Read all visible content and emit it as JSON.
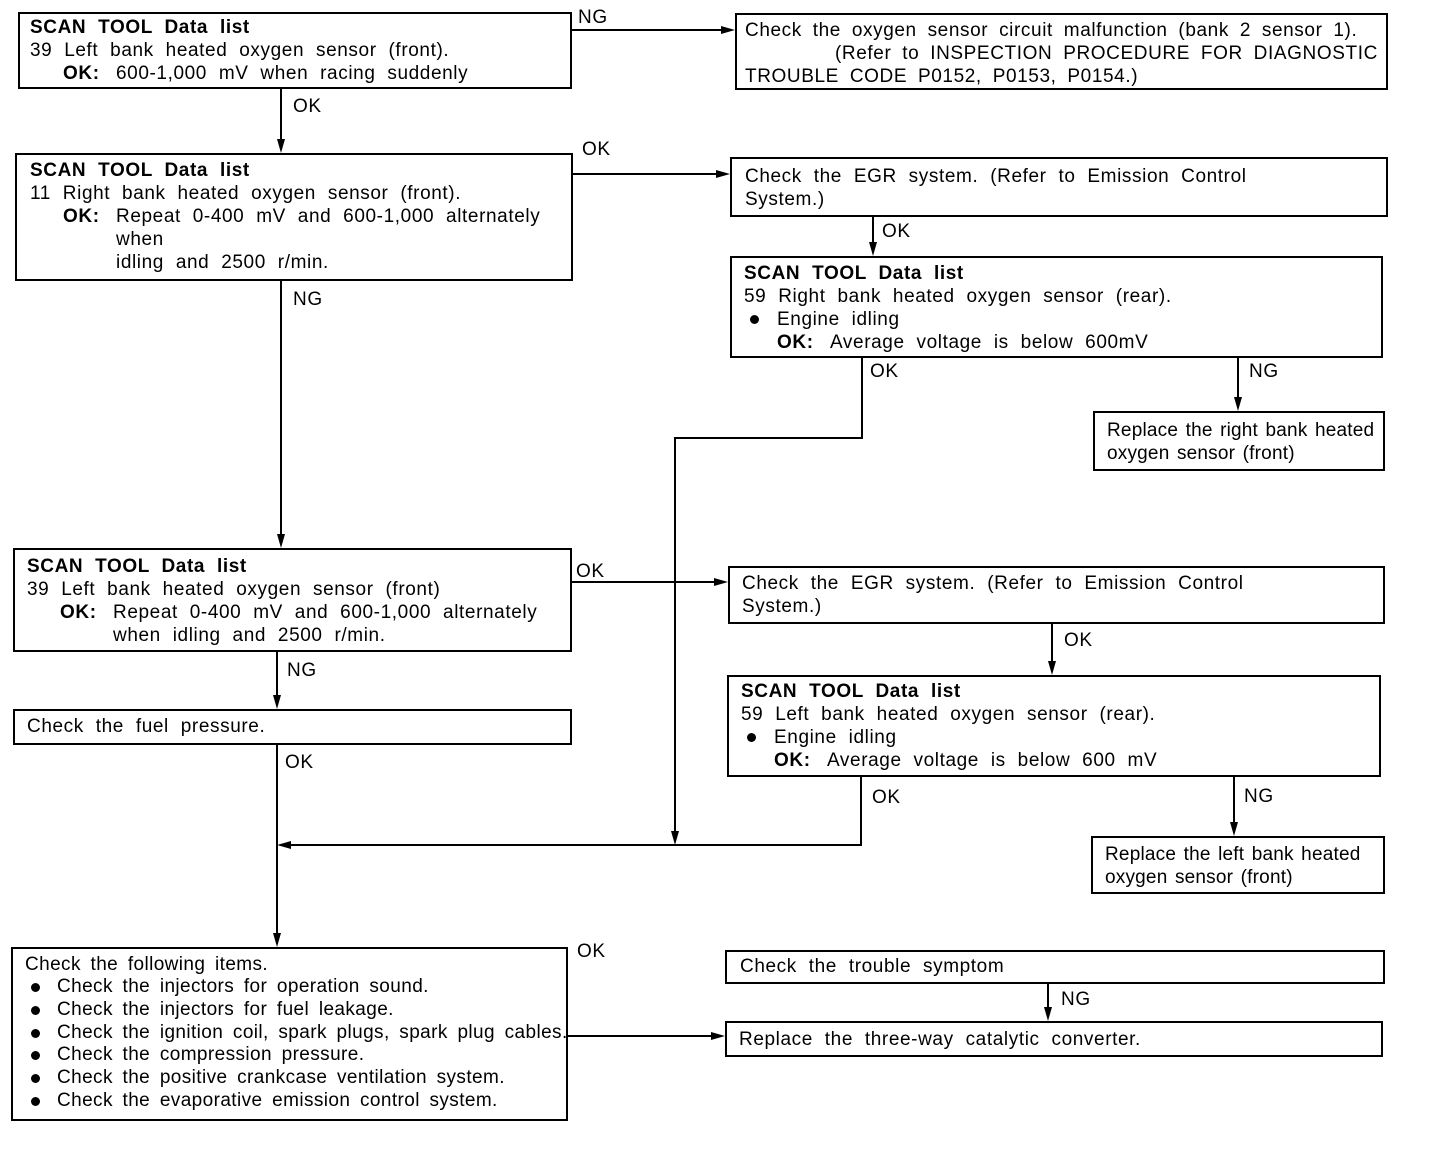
{
  "nodes": {
    "scan_left_front_racing": {
      "title": "SCAN TOOL Data list",
      "item": "39 Left bank heated oxygen sensor (front).",
      "ok_label": "OK:",
      "ok_text": "600-1,000 mV when racing suddenly"
    },
    "check_o2_circuit": {
      "lines": [
        "Check the oxygen sensor circuit malfunction (bank 2 sensor 1).",
        "(Refer to INSPECTION PROCEDURE FOR DIAGNOSTIC",
        "TROUBLE CODE P0152, P0153, P0154.)"
      ]
    },
    "scan_right_front": {
      "title": "SCAN TOOL Data list",
      "item": "11 Right bank heated oxygen sensor (front).",
      "ok_label": "OK:",
      "ok_lines": [
        "Repeat 0-400 mV and 600-1,000 alternately",
        "when",
        "idling and 2500 r/min."
      ]
    },
    "check_egr_right": {
      "lines": [
        "Check the EGR system. (Refer to Emission Control",
        "System.)"
      ]
    },
    "scan_right_rear": {
      "title": "SCAN TOOL Data list",
      "item": "59 Right bank heated oxygen sensor (rear).",
      "condition": "Engine idling",
      "ok_label": "OK:",
      "ok_text": "Average voltage is below 600mV"
    },
    "replace_right_sensor": {
      "lines": [
        "Replace the right bank heated",
        "oxygen sensor (front)"
      ]
    },
    "scan_left_front": {
      "title": "SCAN TOOL Data list",
      "item": "39 Left bank heated oxygen sensor (front)",
      "ok_label": "OK:",
      "ok_lines": [
        "Repeat 0-400 mV and 600-1,000 alternately",
        "when idling and 2500 r/min."
      ]
    },
    "check_egr_left": {
      "lines": [
        "Check the EGR system. (Refer to Emission Control",
        "System.)"
      ]
    },
    "scan_left_rear": {
      "title": "SCAN TOOL Data list",
      "item": "59 Left bank heated oxygen sensor (rear).",
      "condition": "Engine idling",
      "ok_label": "OK:",
      "ok_text": "Average voltage is below 600 mV"
    },
    "replace_left_sensor": {
      "lines": [
        "Replace the left bank heated",
        "oxygen sensor (front)"
      ]
    },
    "check_fuel_pressure": {
      "text": "Check the fuel pressure."
    },
    "check_items": {
      "heading": "Check the following items.",
      "items": [
        "Check the injectors for operation sound.",
        "Check the injectors for fuel leakage.",
        "Check the ignition coil, spark plugs, spark plug cables.",
        "Check the compression pressure.",
        "Check the positive crankcase ventilation system.",
        "Check the evaporative emission control system."
      ]
    },
    "check_symptom": {
      "text": "Check the trouble symptom"
    },
    "replace_converter": {
      "text": "Replace the three-way catalytic converter."
    }
  },
  "edges": {
    "a_to_b": "NG",
    "a_to_c": "OK",
    "c_to_d": "OK",
    "d_to_e": "OK",
    "e_to_merge": "OK",
    "e_to_f": "NG",
    "c_to_g": "NG",
    "g_to_h": "OK",
    "h_to_i": "OK",
    "i_to_merge": "OK",
    "i_to_j": "NG",
    "g_to_k": "NG",
    "k_to_l": "OK",
    "l_to_n": "OK",
    "m_to_n": "NG"
  },
  "colors": {
    "ink": "#000000",
    "background": "#ffffff"
  }
}
